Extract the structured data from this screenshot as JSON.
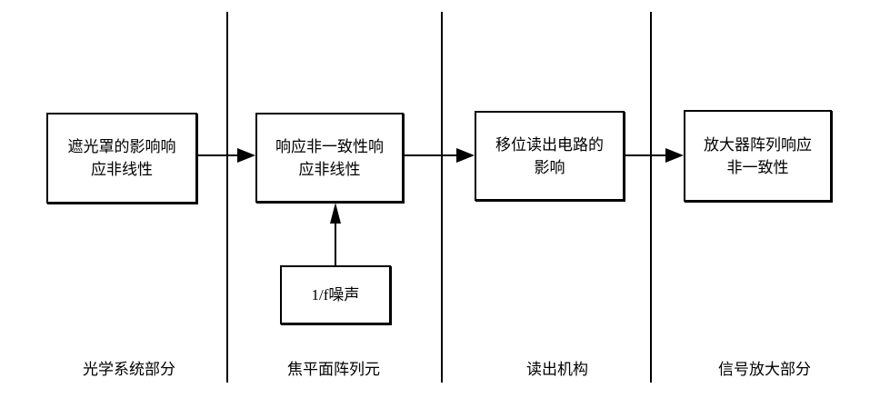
{
  "diagram": {
    "title": "infrared-imaging-nonuniformity-sources-flow",
    "colors": {
      "line": "#000000",
      "background": "#ffffff",
      "box_fill": "#ffffff"
    },
    "boxes": {
      "optics": {
        "line1": "遮光罩的影响响",
        "line2": "应非线性"
      },
      "focal_plane": {
        "line1": "响应非一致性响",
        "line2": "应非线性"
      },
      "readout": {
        "line1": "移位读出电路的",
        "line2": "影响"
      },
      "amplifier": {
        "line1": "放大器阵列响应",
        "line2": "非一致性"
      },
      "noise": {
        "line1": "1/f噪声"
      }
    },
    "section_labels": [
      "光学系统部分",
      "焦平面阵列元",
      "读出机构",
      "信号放大部分"
    ]
  }
}
